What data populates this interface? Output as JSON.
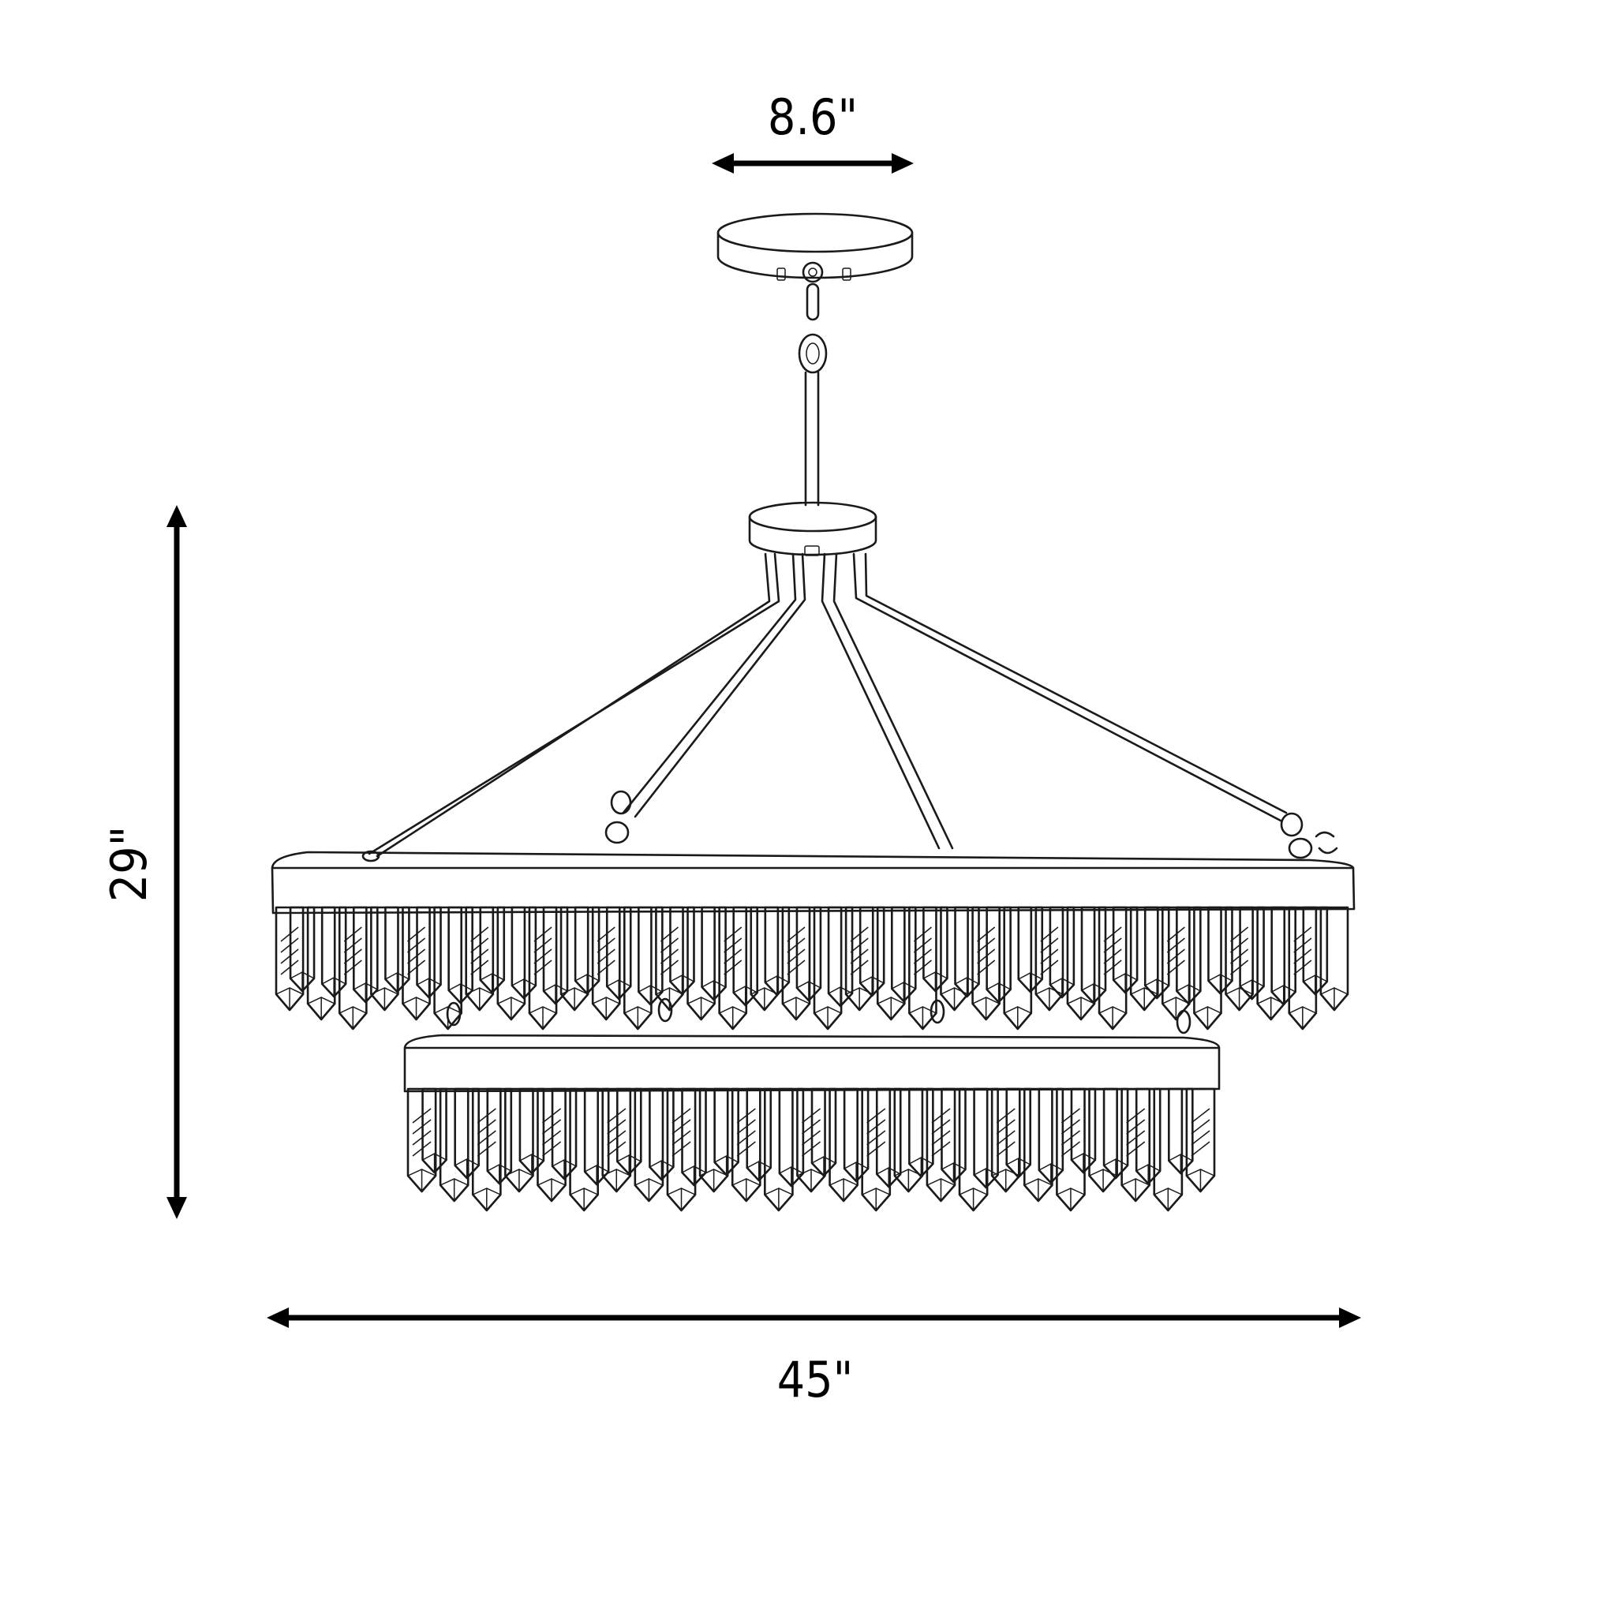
{
  "dimensions": {
    "canopy_width": "8.6\"",
    "height": "29\"",
    "width": "45\""
  },
  "colors": {
    "line": "#1a1a1a",
    "background": "#ffffff"
  }
}
